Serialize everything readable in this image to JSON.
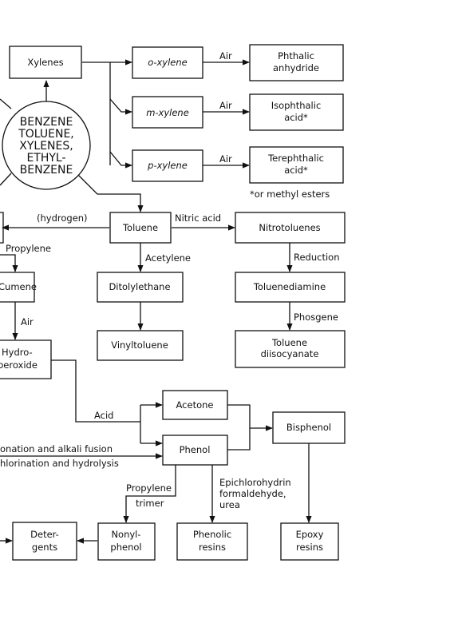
{
  "center": {
    "line1": "BENZENE",
    "line2": "TOLUENE,",
    "line3": "XYLENES,",
    "line4": "ETHYL-",
    "line5": "BENZENE"
  },
  "boxes": {
    "xylenes": "Xylenes",
    "o_xylene": "o-xylene",
    "m_xylene": "m-xylene",
    "p_xylene": "p-xylene",
    "phthalic_1": "Phthalic",
    "phthalic_2": "anhydride",
    "isophthalic_1": "Isophthalic",
    "isophthalic_2": "acid*",
    "terephthalic_1": "Terephthalic",
    "terephthalic_2": "acid*",
    "toluene": "Toluene",
    "nitrotoluenes": "Nitrotoluenes",
    "cumene": "Cumene",
    "ditolylethane": "Ditolylethane",
    "toluenediamine": "Toluenediamine",
    "vinyltoluene": "Vinyltoluene",
    "tdi_1": "Toluene",
    "tdi_2": "diisocyanate",
    "hydroperoxide_1": "Hydro-",
    "hydroperoxide_2": "peroxide",
    "acetone": "Acetone",
    "phenol": "Phenol",
    "bisphenol": "Bisphenol",
    "detergents_1": "Deter-",
    "detergents_2": "gents",
    "nonylphenol_1": "Nonyl-",
    "nonylphenol_2": "phenol",
    "phenolic_1": "Phenolic",
    "phenolic_2": "resins",
    "epoxy_1": "Epoxy",
    "epoxy_2": "resins"
  },
  "labels": {
    "air_o": "Air",
    "air_m": "Air",
    "air_p": "Air",
    "methyl_note": "*or methyl esters",
    "hydrogen": "(hydrogen)",
    "nitric_acid": "Nitric acid",
    "propylene": "Propylene",
    "acetylene": "Acetylene",
    "reduction": "Reduction",
    "air_cumene": "Air",
    "phosgene": "Phosgene",
    "acid": "Acid",
    "sulfonation": "onation and alkali fusion",
    "chlorination": "hlorination and hydrolysis",
    "propylene_trimer_1": "Propylene",
    "propylene_trimer_2": "trimer",
    "epi_1": "Epichlorohydrin",
    "epi_2": "formaldehyde,",
    "epi_3": "urea"
  }
}
